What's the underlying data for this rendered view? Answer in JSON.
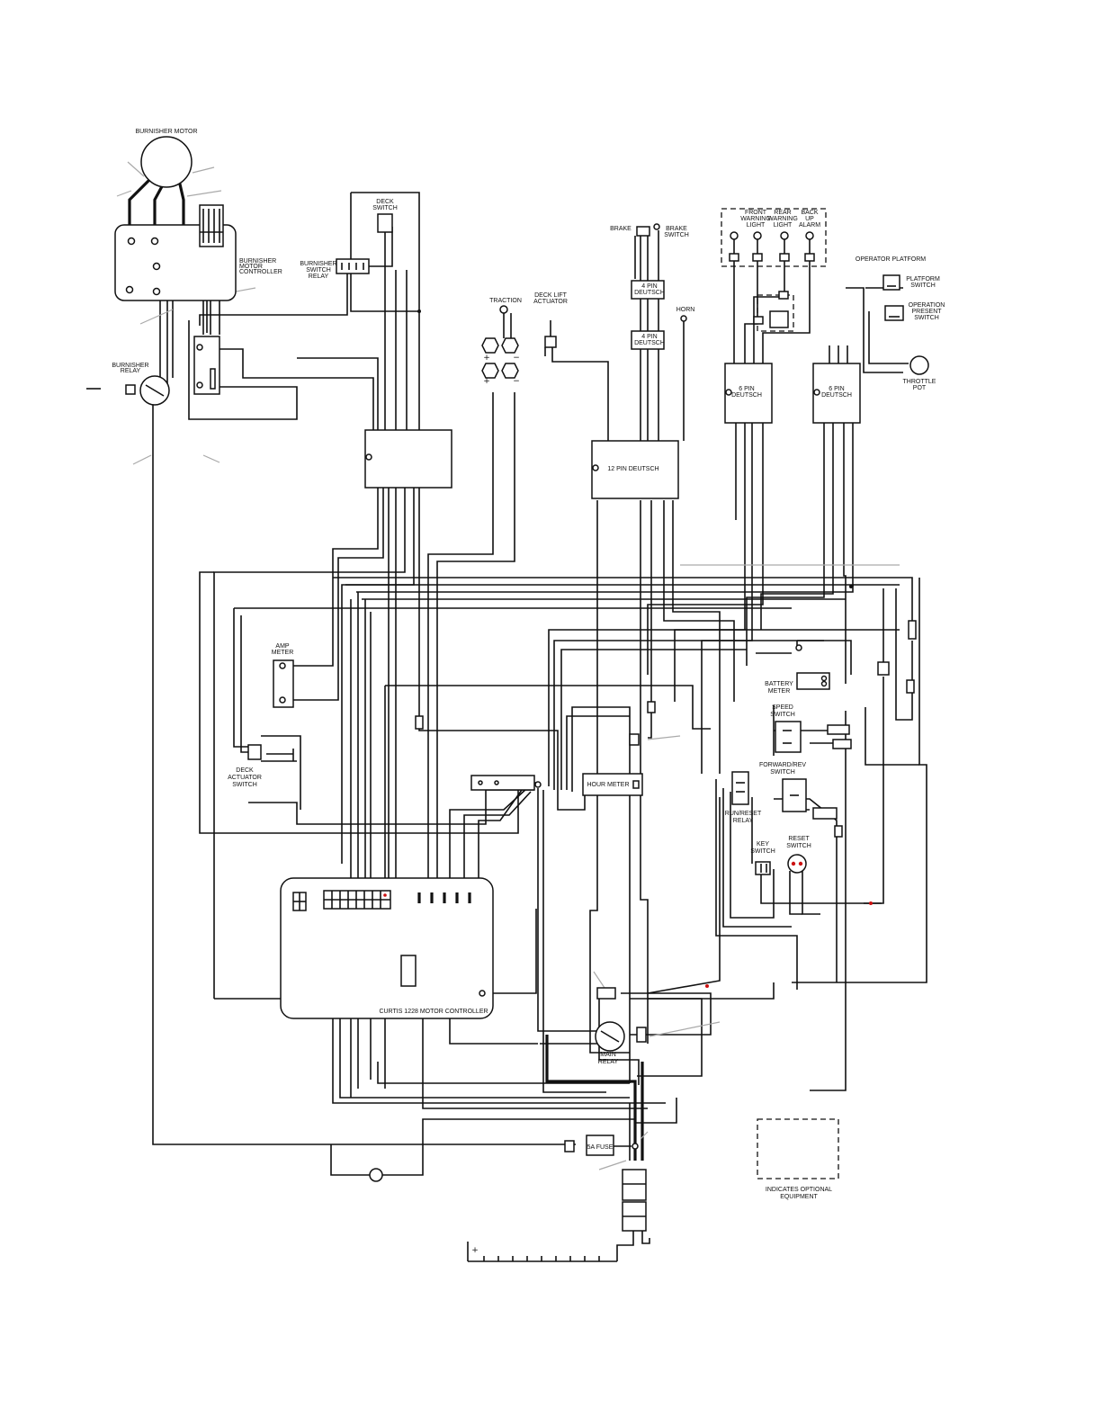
{
  "labels": {
    "burnisher_motor": "BURNISHER MOTOR",
    "burnisher_motor_controller": [
      "BURNISHER",
      "MOTOR",
      "CONTROLLER"
    ],
    "burnisher_relay": [
      "BURNISHER",
      "RELAY"
    ],
    "deck_switch": [
      "DECK",
      "SWITCH"
    ],
    "burnisher_switch_relay": [
      "BURNISHER",
      "SWITCH",
      "RELAY"
    ],
    "traction": "TRACTION",
    "deck_lift_actuator": [
      "DECK LIFT",
      "ACTUATOR"
    ],
    "brake": "BRAKE",
    "brake_switch": [
      "BRAKE",
      "SWITCH"
    ],
    "deutsch_4pin_a": [
      "4 PIN",
      "DEUTSCH"
    ],
    "deutsch_4pin_b": [
      "4 PIN",
      "DEUTSCH"
    ],
    "horn": "HORN",
    "front_warning_light": [
      "FRONT",
      "WARNING",
      "LIGHT"
    ],
    "rear_warning_light": [
      "REAR",
      "WARNING",
      "LIGHT"
    ],
    "back_up_alarm": [
      "BACK",
      "UP",
      "ALARM"
    ],
    "operator_platform": "OPERATOR PLATFORM",
    "platform_switch": [
      "PLATFORM",
      "SWITCH"
    ],
    "operation_present_switch": [
      "OPERATION",
      "PRESENT",
      "SWITCH"
    ],
    "throttle_pot": [
      "THROTTLE",
      "POT"
    ],
    "deutsch_6pin_a": [
      "6 PIN",
      "DEUTSCH"
    ],
    "deutsch_6pin_b": [
      "6 PIN",
      "DEUTSCH"
    ],
    "deutsch_12pin": "12 PIN DEUTSCH",
    "amp_meter": [
      "AMP",
      "METER"
    ],
    "deck_actuator_switch": [
      "DECK",
      "ACTUATOR",
      "SWITCH"
    ],
    "hour_meter": "HOUR METER",
    "battery_meter": [
      "BATTERY",
      "METER"
    ],
    "speed_switch": [
      "SPEED",
      "SWITCH"
    ],
    "forward_rev_switch": [
      "FORWARD/REV",
      "SWITCH"
    ],
    "run_reset_relay": [
      "RUN/RESET",
      "RELAY"
    ],
    "key_switch": [
      "KEY",
      "SWITCH"
    ],
    "reset_switch": [
      "RESET",
      "SWITCH"
    ],
    "curtis_controller": "CURTIS 1228 MOTOR CONTROLLER",
    "main_relay": [
      "MAIN",
      "RELAY"
    ],
    "fuse": "5A FUSE",
    "optional_equipment": [
      "INDICATES OPTIONAL",
      "EQUIPMENT"
    ],
    "plus": "+",
    "minus": "−"
  }
}
